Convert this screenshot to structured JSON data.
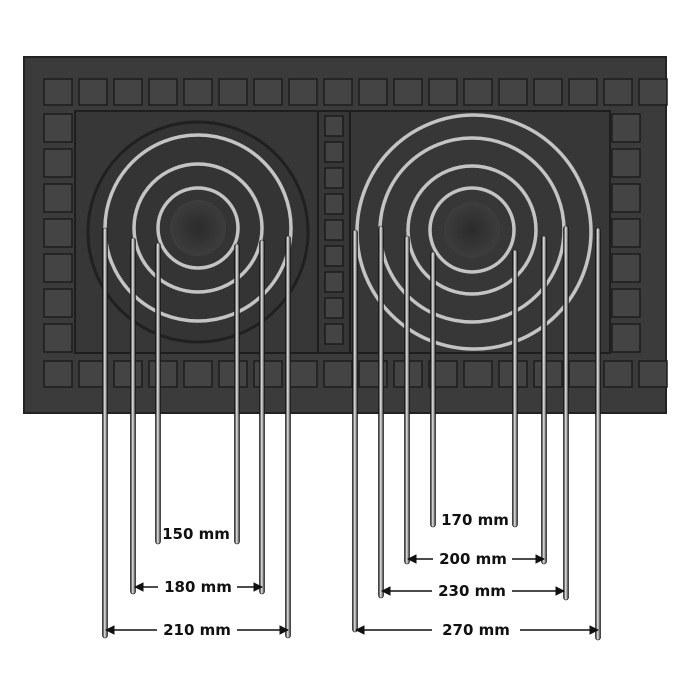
{
  "colors": {
    "background": "#ffffff",
    "plate": "#3a3a3a",
    "plate_inner": "#333333",
    "cell": "#444444",
    "cell_stroke": "#1e1e1e",
    "ring": "#bdbdbd",
    "rod": "#2a2a2a",
    "rod_highlight": "#e6e6e6",
    "label": "#111111"
  },
  "object": "cast-iron-hob-plate",
  "burners": [
    {
      "name": "left-burner",
      "rings": [
        {
          "id": "ring-150",
          "label": "150 mm"
        },
        {
          "id": "ring-180",
          "label": "180 mm"
        },
        {
          "id": "ring-210",
          "label": "210 mm"
        }
      ]
    },
    {
      "name": "right-burner",
      "rings": [
        {
          "id": "ring-170",
          "label": "170 mm"
        },
        {
          "id": "ring-200",
          "label": "200 mm"
        },
        {
          "id": "ring-230",
          "label": "230 mm"
        },
        {
          "id": "ring-270",
          "label": "270 mm"
        }
      ]
    }
  ],
  "labels": {
    "l150": "150 mm",
    "l180": "180 mm",
    "l210": "210 mm",
    "l170": "170 mm",
    "l200": "200 mm",
    "l230": "230 mm",
    "l270": "270 mm"
  }
}
